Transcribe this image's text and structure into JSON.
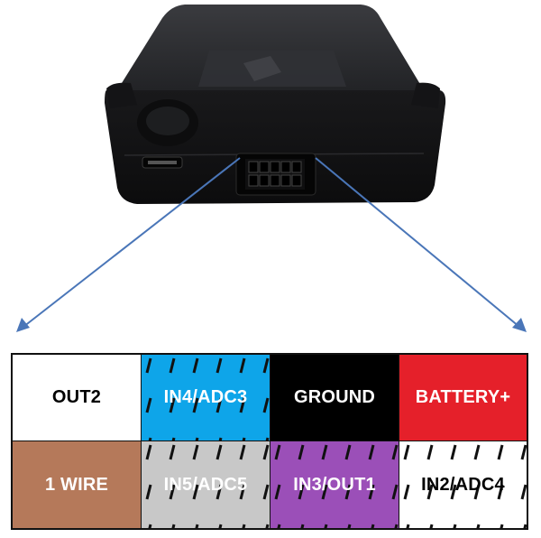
{
  "pins": [
    {
      "label": "OUT2",
      "bg": "#ffffff",
      "fg": "#000000",
      "striped": false,
      "stripe": ""
    },
    {
      "label": "IN4/ADC3",
      "bg": "#0ea5e9",
      "fg": "#ffffff",
      "striped": true,
      "stripe": "#111111"
    },
    {
      "label": "GROUND",
      "bg": "#000000",
      "fg": "#ffffff",
      "striped": false,
      "stripe": ""
    },
    {
      "label": "BATTERY+",
      "bg": "#e5202a",
      "fg": "#ffffff",
      "striped": false,
      "stripe": ""
    },
    {
      "label": "1 WIRE",
      "bg": "#b5795a",
      "fg": "#ffffff",
      "striped": false,
      "stripe": ""
    },
    {
      "label": "IN5/ADC5",
      "bg": "#c8c8c8",
      "fg": "#ffffff",
      "striped": true,
      "stripe": "#111111"
    },
    {
      "label": "IN3/OUT1",
      "bg": "#9b4fb8",
      "fg": "#ffffff",
      "striped": true,
      "stripe": "#111111"
    },
    {
      "label": "IN2/ADC4",
      "bg": "#ffffff",
      "fg": "#000000",
      "striped": true,
      "stripe": "#111111"
    }
  ],
  "colors": {
    "device_body": "#1f1f21",
    "device_top": "#2e2f32",
    "arrow": "#4a76b8"
  },
  "icons": {
    "device": "gps-tracker-device",
    "connector": "10-pin-connector",
    "usb": "usb-port"
  }
}
